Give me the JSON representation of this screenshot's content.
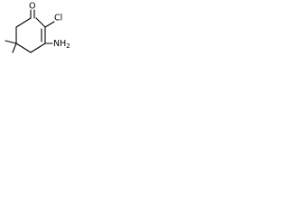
{
  "structure": {
    "atoms": {
      "oxygen": "O",
      "chlorine": "Cl",
      "amino": "NH",
      "amino_subscript": "2"
    }
  }
}
